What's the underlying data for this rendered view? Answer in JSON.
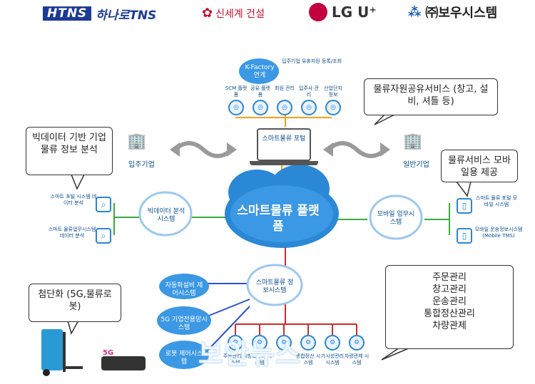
{
  "logos": {
    "htns_box": "HTNS",
    "htns_text": "하나로TNS",
    "shinsegae": "신세계 건설",
    "lguplus": "LG U⁺",
    "bowoo": "㈜보우시스템"
  },
  "bubbles": {
    "bigdata": "빅데이터 기반 기업 물류 정보 분석",
    "sharing": "물류자원공유서비스 (창고, 설비, 셔틀 등)",
    "mobile": "물류서비스 모바일용 제공",
    "advanced": "첨단화 (5G,물류로봇)",
    "functions": [
      "주문관리",
      "창고관리",
      "운송관리",
      "통합정산관리",
      "차량관제"
    ]
  },
  "kfactory": {
    "title": "K-Factory 연계",
    "note": "입주기업 유휴자원 등록/조회",
    "items": [
      "SCM 플랫폼",
      "공유 플랫폼",
      "회원 관리",
      "입주사 관리",
      "산업단지 정보"
    ]
  },
  "portal": "스마트물류 포털",
  "tenant": "입주기업",
  "general": "일반기업",
  "main_cloud": "스마트물류 플랫폼",
  "bigdata_cloud": "빅데이터 분석시스템",
  "mobile_cloud": "모바일 업무시스템",
  "left_items": [
    "스마트 포털 시스템 데이터 분석",
    "스마트 물류업무시스템 데이터 분석"
  ],
  "right_items": [
    "스마트 물류 포털 모바일 시스템",
    "모바일 운송정보시스템 (Mobile TMS)"
  ],
  "info_cloud": "스마트물류 정보시스템",
  "left_clouds": [
    "자동화설비 제어시스템",
    "5G 기업전용망시스템",
    "로봇 제어시스템"
  ],
  "bottom_nodes": [
    "주문관리 시스템",
    "창고관리 시스템",
    "",
    "통합정산 시스템",
    "가시성관리 시스템",
    "차량관제 시스템"
  ],
  "watermark": "보안뉴스",
  "badge_5g": "5G"
}
